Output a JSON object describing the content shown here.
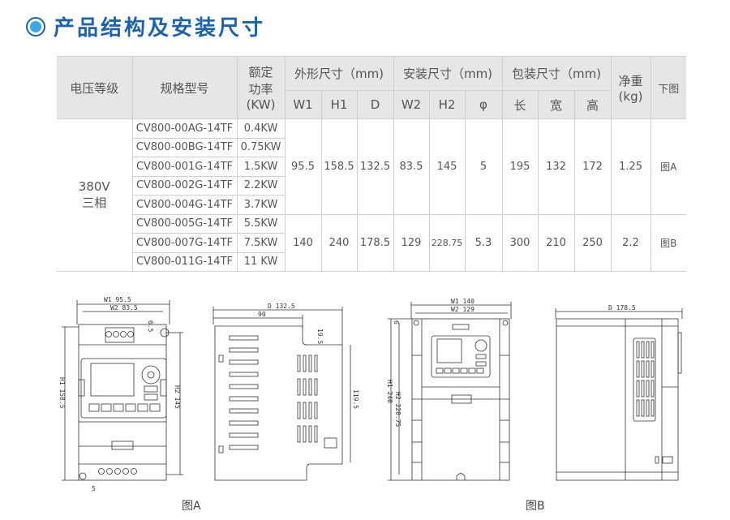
{
  "header": {
    "title": "产品结构及安装尺寸",
    "icon": "radio-circle-icon",
    "accent": "#1e63a8",
    "dot_color": "#3ea6e3"
  },
  "table": {
    "headers": {
      "voltage": "电压等级",
      "model": "规格型号",
      "power": [
        "额定",
        "功率",
        "(KW)"
      ],
      "outer": "外形尺寸（mm)",
      "install": "安装尺寸（mm)",
      "package": "包装尺寸（mm)",
      "weight": [
        "净重",
        "(kg)"
      ],
      "figure": "下图",
      "sub": [
        "W1",
        "H1",
        "D",
        "W2",
        "H2",
        "φ",
        "长",
        "宽",
        "高"
      ]
    },
    "voltage": [
      "380V",
      "三相"
    ],
    "models": [
      {
        "model": "CV800-00AG-14TF",
        "power": "0.4KW"
      },
      {
        "model": "CV800-00BG-14TF",
        "power": "0.75KW"
      },
      {
        "model": "CV800-001G-14TF",
        "power": "1.5KW"
      },
      {
        "model": "CV800-002G-14TF",
        "power": "2.2KW"
      },
      {
        "model": "CV800-004G-14TF",
        "power": "3.7KW"
      },
      {
        "model": "CV800-005G-14TF",
        "power": "5.5KW"
      },
      {
        "model": "CV800-007G-14TF",
        "power": "7.5KW"
      },
      {
        "model": "CV800-011G-14TF",
        "power": "11 KW"
      }
    ],
    "groups": [
      {
        "W1": "95.5",
        "H1": "158.5",
        "D": "132.5",
        "W2": "83.5",
        "H2": "145",
        "phi": "5",
        "L": "195",
        "W": "132",
        "H": "172",
        "kg": "1.25",
        "fig": "图A"
      },
      {
        "W1": "140",
        "H1": "240",
        "D": "178.5",
        "W2": "129",
        "H2": "228.75",
        "phi": "5.3",
        "L": "300",
        "W": "210",
        "H": "250",
        "kg": "2.2",
        "fig": "图B"
      }
    ]
  },
  "figures": {
    "a": {
      "caption": "图A",
      "w1": "W1 95.5",
      "w2": "W2 83.5",
      "h1": "H1 158.5",
      "h2": "H2 145",
      "top_offset": "6.5",
      "hole": "5",
      "d": "D 132.5",
      "d90": "90",
      "d19": "19.5",
      "d119": "119.5"
    },
    "b": {
      "caption": "图B",
      "w1": "W1 140",
      "w2": "W2 129",
      "h1": "H1 240",
      "h2": "H2 228.75",
      "top_offset": "6",
      "d": "D 178.5"
    }
  }
}
